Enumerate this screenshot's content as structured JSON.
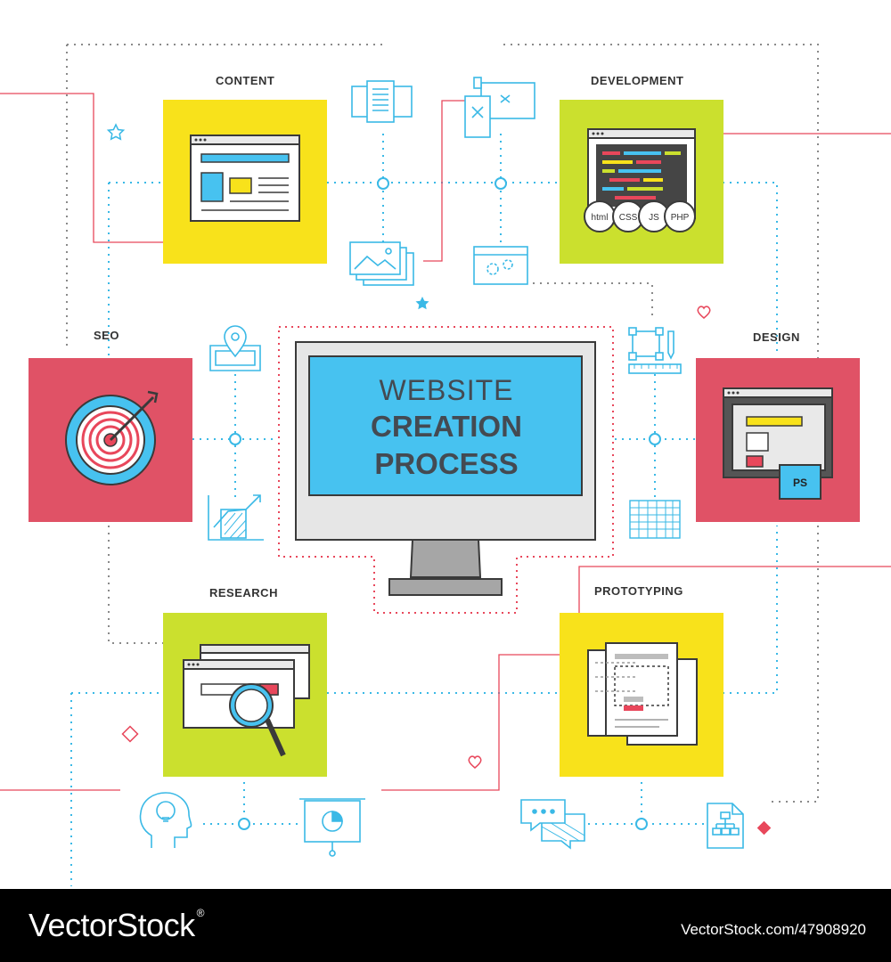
{
  "diagram": {
    "title_line1": "WEBSITE",
    "title_line2": "CREATION",
    "title_line3": "PROCESS",
    "stages": {
      "content": "CONTENT",
      "development": "DEVELOPMENT",
      "seo": "SEO",
      "design": "DESIGN",
      "research": "RESEARCH",
      "prototyping": "PROTOTYPING"
    },
    "code_tags": [
      "html",
      "CSS",
      "JS",
      "PHP"
    ],
    "ps_badge": "PS"
  },
  "footer": {
    "logo": "VectorStock",
    "reg_mark": "®",
    "credit": "VectorStock.com/47908920"
  },
  "colors": {
    "yellow": "#f8e21b",
    "lime": "#cbe02e",
    "red": "#e05266",
    "sky": "#47c2f0",
    "dot_blue": "#3ab9e6",
    "dot_gray": "#8a8a8a",
    "accent_red": "#e8475b",
    "dark": "#3a3a3a"
  }
}
